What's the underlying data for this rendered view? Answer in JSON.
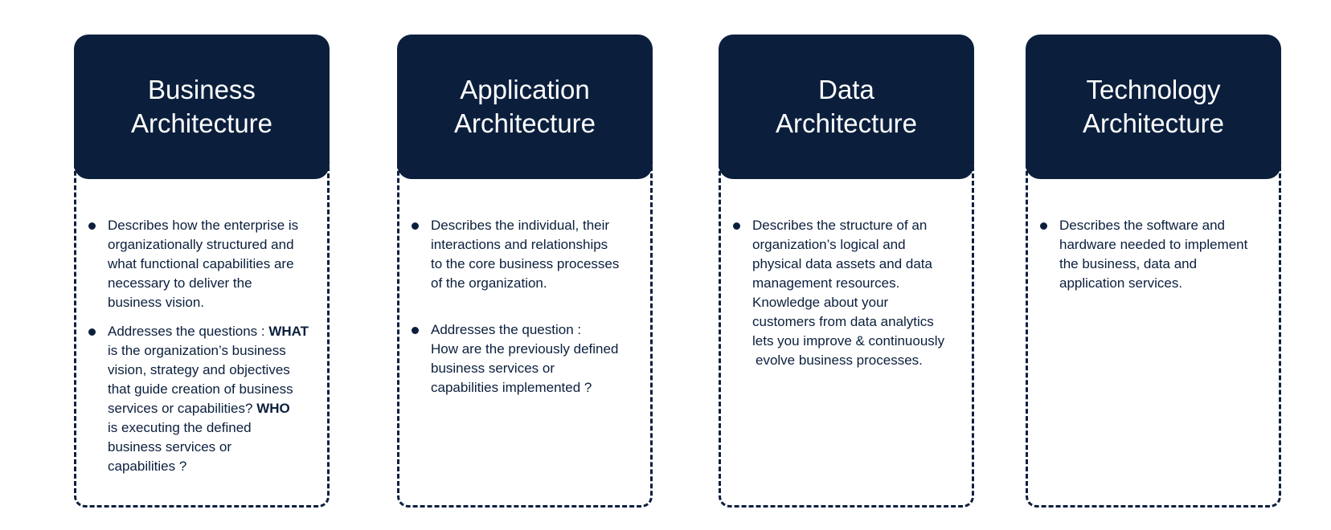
{
  "colors": {
    "navy": "#0b1f3d",
    "background": "#ffffff",
    "title_text": "#ffffff"
  },
  "cards": [
    {
      "title_line1": "Business",
      "title_line2": "Architecture",
      "bullets": [
        {
          "lines": [
            "Describes how the enterprise is",
            "organizationally structured and",
            "what functional capabilities are",
            "necessary to deliver the",
            "business vision."
          ]
        },
        {
          "line1_text": "Addresses the questions : ",
          "line1_bold": "WHAT",
          "line2": "is the organization’s business",
          "line3": "vision, strategy and objectives",
          "line4": "that guide creation of business",
          "line5_text": "services or capabilities? ",
          "line5_bold": "WHO",
          "line6": "is executing the defined",
          "line7": "business services or",
          "line8": "capabilities ?"
        }
      ]
    },
    {
      "title_line1": "Application",
      "title_line2": "Architecture",
      "bullets": [
        {
          "lines": [
            "Describes the individual, their",
            "interactions and relationships",
            "to the core business processes",
            "of the organization."
          ]
        },
        {
          "lines": [
            "Addresses the question :",
            "How are the previously defined",
            "business services or",
            "capabilities implemented ?"
          ]
        }
      ]
    },
    {
      "title_line1": "Data",
      "title_line2": "Architecture",
      "bullets": [
        {
          "lines": [
            "Describes the structure of an",
            "organization’s logical and",
            "physical data assets and data",
            "management resources.",
            "Knowledge about your",
            "customers from data analytics",
            "lets you improve & continuously",
            "evolve business processes."
          ]
        }
      ]
    },
    {
      "title_line1": "Technology",
      "title_line2": "Architecture",
      "bullets": [
        {
          "lines": [
            "Describes the software and",
            "hardware needed to implement",
            "the business, data and",
            "application services."
          ]
        }
      ]
    }
  ]
}
